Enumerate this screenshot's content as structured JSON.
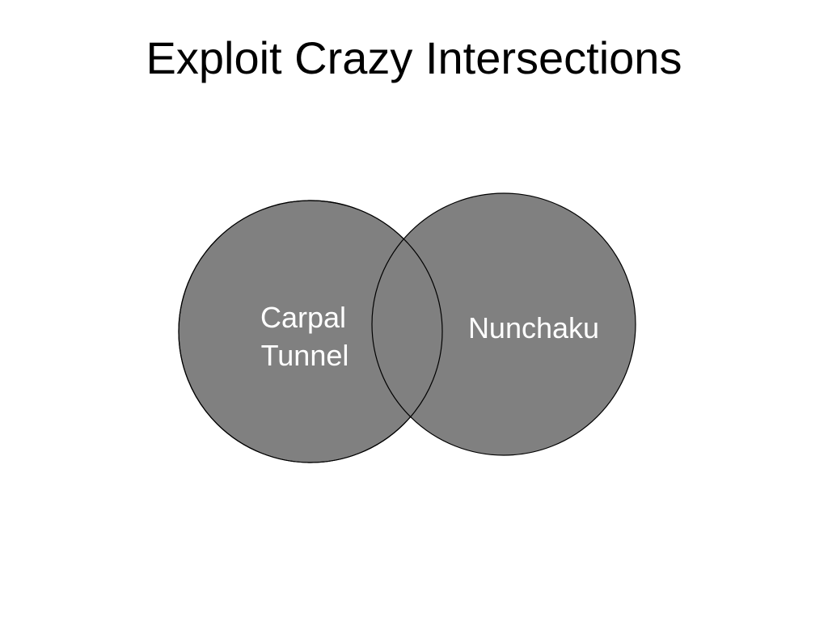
{
  "slide": {
    "title": "Exploit Crazy Intersections"
  },
  "diagram": {
    "type": "venn",
    "fill_color": "#808080",
    "stroke_color": "#000000",
    "label_color": "#ffffff",
    "sets": [
      {
        "label_lines": [
          "Carpal",
          "Tunnel"
        ]
      },
      {
        "label_lines": [
          "Nunchaku"
        ]
      }
    ]
  }
}
